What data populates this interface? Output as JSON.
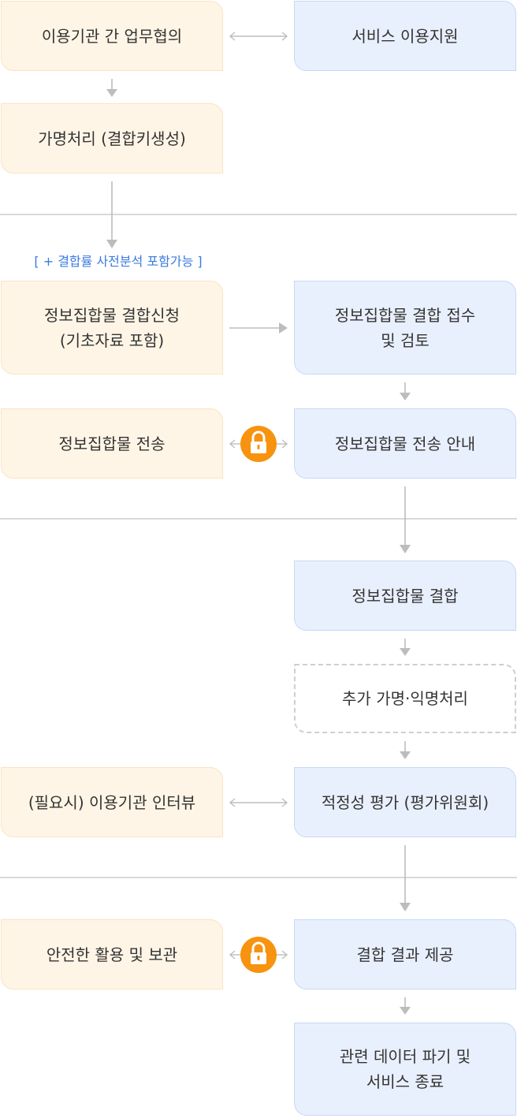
{
  "boxes": {
    "consult": "이용기관 간 업무협의",
    "service_support": "서비스 이용지원",
    "pseudonym": "가명처리 (결합키생성)",
    "apply": "정보집합물 결합신청\n(기초자료 포함)",
    "receive": "정보집합물 결합 접수\n및 검토",
    "transfer": "정보집합물 전송",
    "transfer_guide": "정보집합물 전송 안내",
    "combine": "정보집합물 결합",
    "extra_pseudonym": "추가 가명·익명처리",
    "interview": "(필요시) 이용기관 인터뷰",
    "evaluation": "적정성 평가 (평가위원회)",
    "safe_use": "안전한 활용 및 보관",
    "result": "결합 결과 제공",
    "destroy": "관련 데이터 파기 및\n서비스 종료"
  },
  "note": "[ + 결합률 사전분석 포함가능 ]",
  "icons": {
    "lock": "lock-icon"
  },
  "colors": {
    "orange_fill": "#fff5e6",
    "blue_fill": "#e9f0fd",
    "lock": "#f7930e",
    "note": "#3b7be0"
  }
}
